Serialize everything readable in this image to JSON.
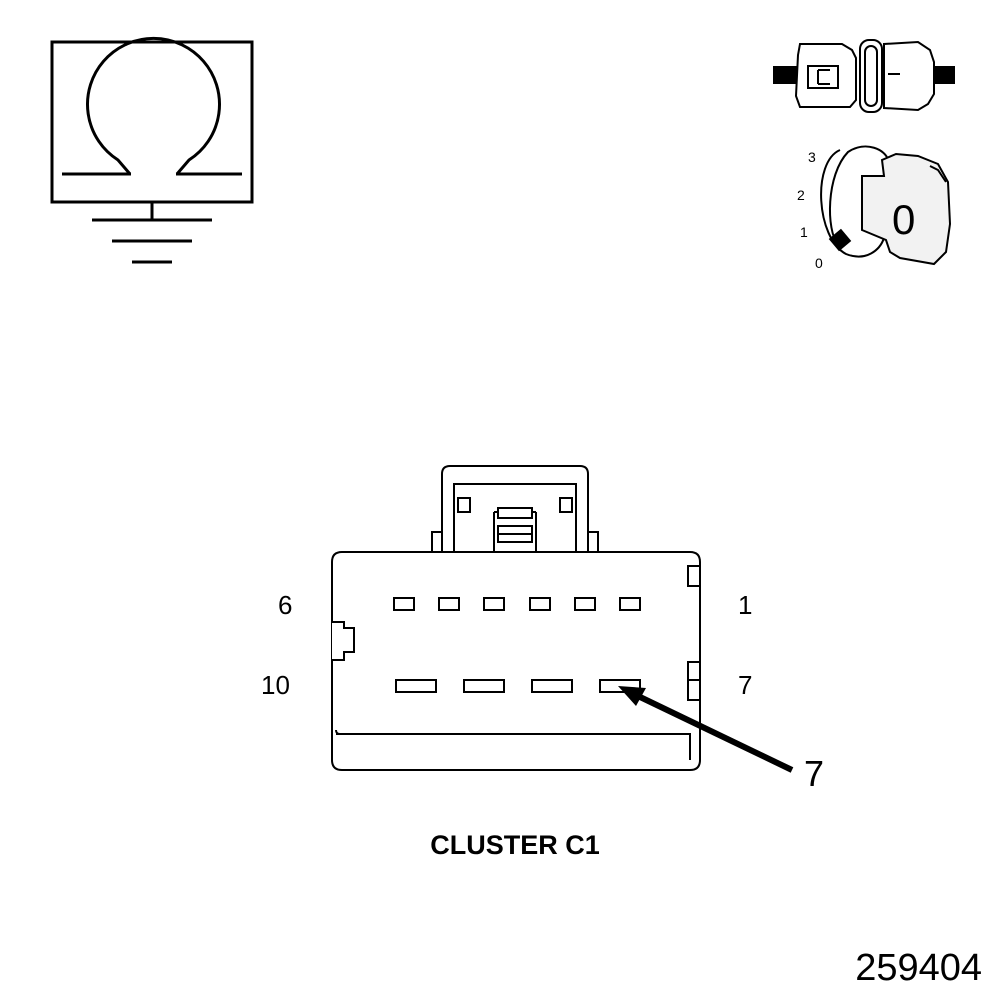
{
  "ignition": {
    "positions": [
      "3",
      "2",
      "1",
      "0"
    ],
    "key_label": "0"
  },
  "connector": {
    "title": "CLUSTER C1",
    "row1_left_pin": "6",
    "row1_right_pin": "1",
    "row2_left_pin": "10",
    "row2_right_pin": "7",
    "callout_pin": "7"
  },
  "figure_number": "259404",
  "colors": {
    "ink": "#000000",
    "key_fill": "#f2f2f2",
    "background": "#ffffff"
  }
}
